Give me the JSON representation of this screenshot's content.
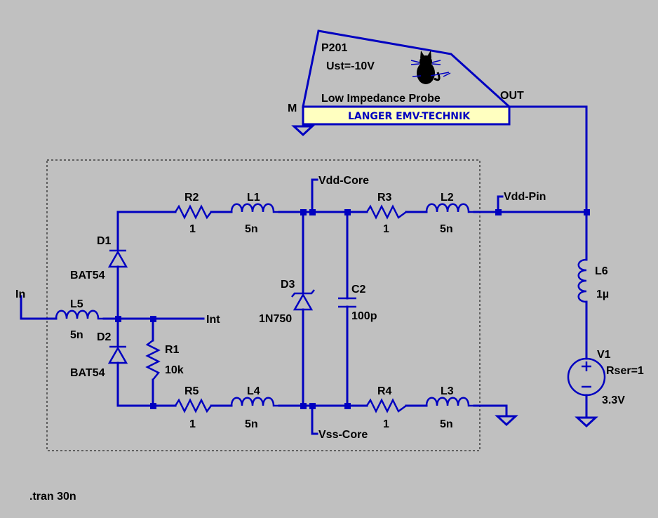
{
  "probe": {
    "ref": "P201",
    "param": "Ust=-10V",
    "name": "Low Impedance Probe",
    "brand": "LANGER EMV-TECHNIK",
    "pin_m": "M",
    "pin_out": "OUT",
    "logo": "cat-logo-icon"
  },
  "components": {
    "R1": {
      "ref": "R1",
      "value": "10k"
    },
    "R2": {
      "ref": "R2",
      "value": "1"
    },
    "R3": {
      "ref": "R3",
      "value": "1"
    },
    "R4": {
      "ref": "R4",
      "value": "1"
    },
    "R5": {
      "ref": "R5",
      "value": "1"
    },
    "L1": {
      "ref": "L1",
      "value": "5n"
    },
    "L2": {
      "ref": "L2",
      "value": "5n"
    },
    "L3": {
      "ref": "L3",
      "value": "5n"
    },
    "L4": {
      "ref": "L4",
      "value": "5n"
    },
    "L5": {
      "ref": "L5",
      "value": "5n"
    },
    "L6": {
      "ref": "L6",
      "value": "1µ"
    },
    "D1": {
      "ref": "D1",
      "value": "BAT54"
    },
    "D2": {
      "ref": "D2",
      "value": "BAT54"
    },
    "D3": {
      "ref": "D3",
      "value": "1N750"
    },
    "C2": {
      "ref": "C2",
      "value": "100p"
    },
    "V1": {
      "ref": "V1",
      "value": "3.3V",
      "param": "Rser=1"
    }
  },
  "nets": {
    "in": "In",
    "int": "Int",
    "vdd_core": "Vdd-Core",
    "vss_core": "Vss-Core",
    "vdd_pin": "Vdd-Pin"
  },
  "directive": ".tran 30n",
  "colors": {
    "background": "#c0c0c0",
    "wire": "#0000c0",
    "label": "#000000",
    "probe_fill": "#ffffc0"
  }
}
